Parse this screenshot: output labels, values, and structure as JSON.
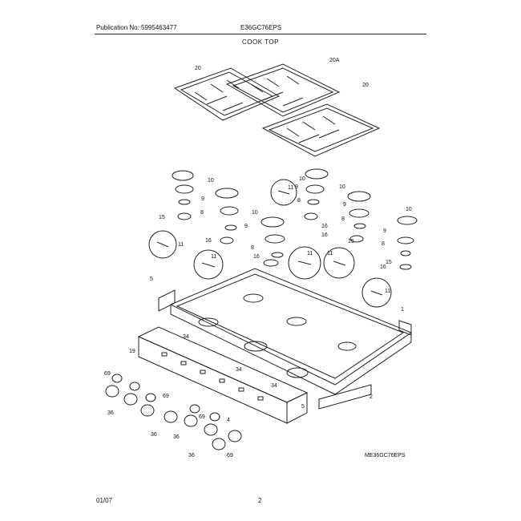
{
  "header": {
    "publication": "Publication No: 5995463477",
    "model": "E36GC76EPS",
    "section_title": "COOK TOP"
  },
  "footer": {
    "date": "01/07",
    "page": "2"
  },
  "diagram": {
    "reference_code": "ME36GC76EPS",
    "part_labels": [
      "20",
      "20A",
      "20",
      "10",
      "10",
      "10",
      "10",
      "10",
      "9",
      "9",
      "9",
      "9",
      "9",
      "8",
      "8",
      "8",
      "8",
      "8",
      "11",
      "11",
      "11",
      "11",
      "11",
      "11",
      "15",
      "15",
      "15",
      "16",
      "16",
      "16",
      "16",
      "16",
      "5",
      "1",
      "34",
      "34",
      "34",
      "19",
      "2",
      "5",
      "69",
      "69",
      "69",
      "69",
      "36",
      "36",
      "36",
      "36",
      "4"
    ]
  }
}
